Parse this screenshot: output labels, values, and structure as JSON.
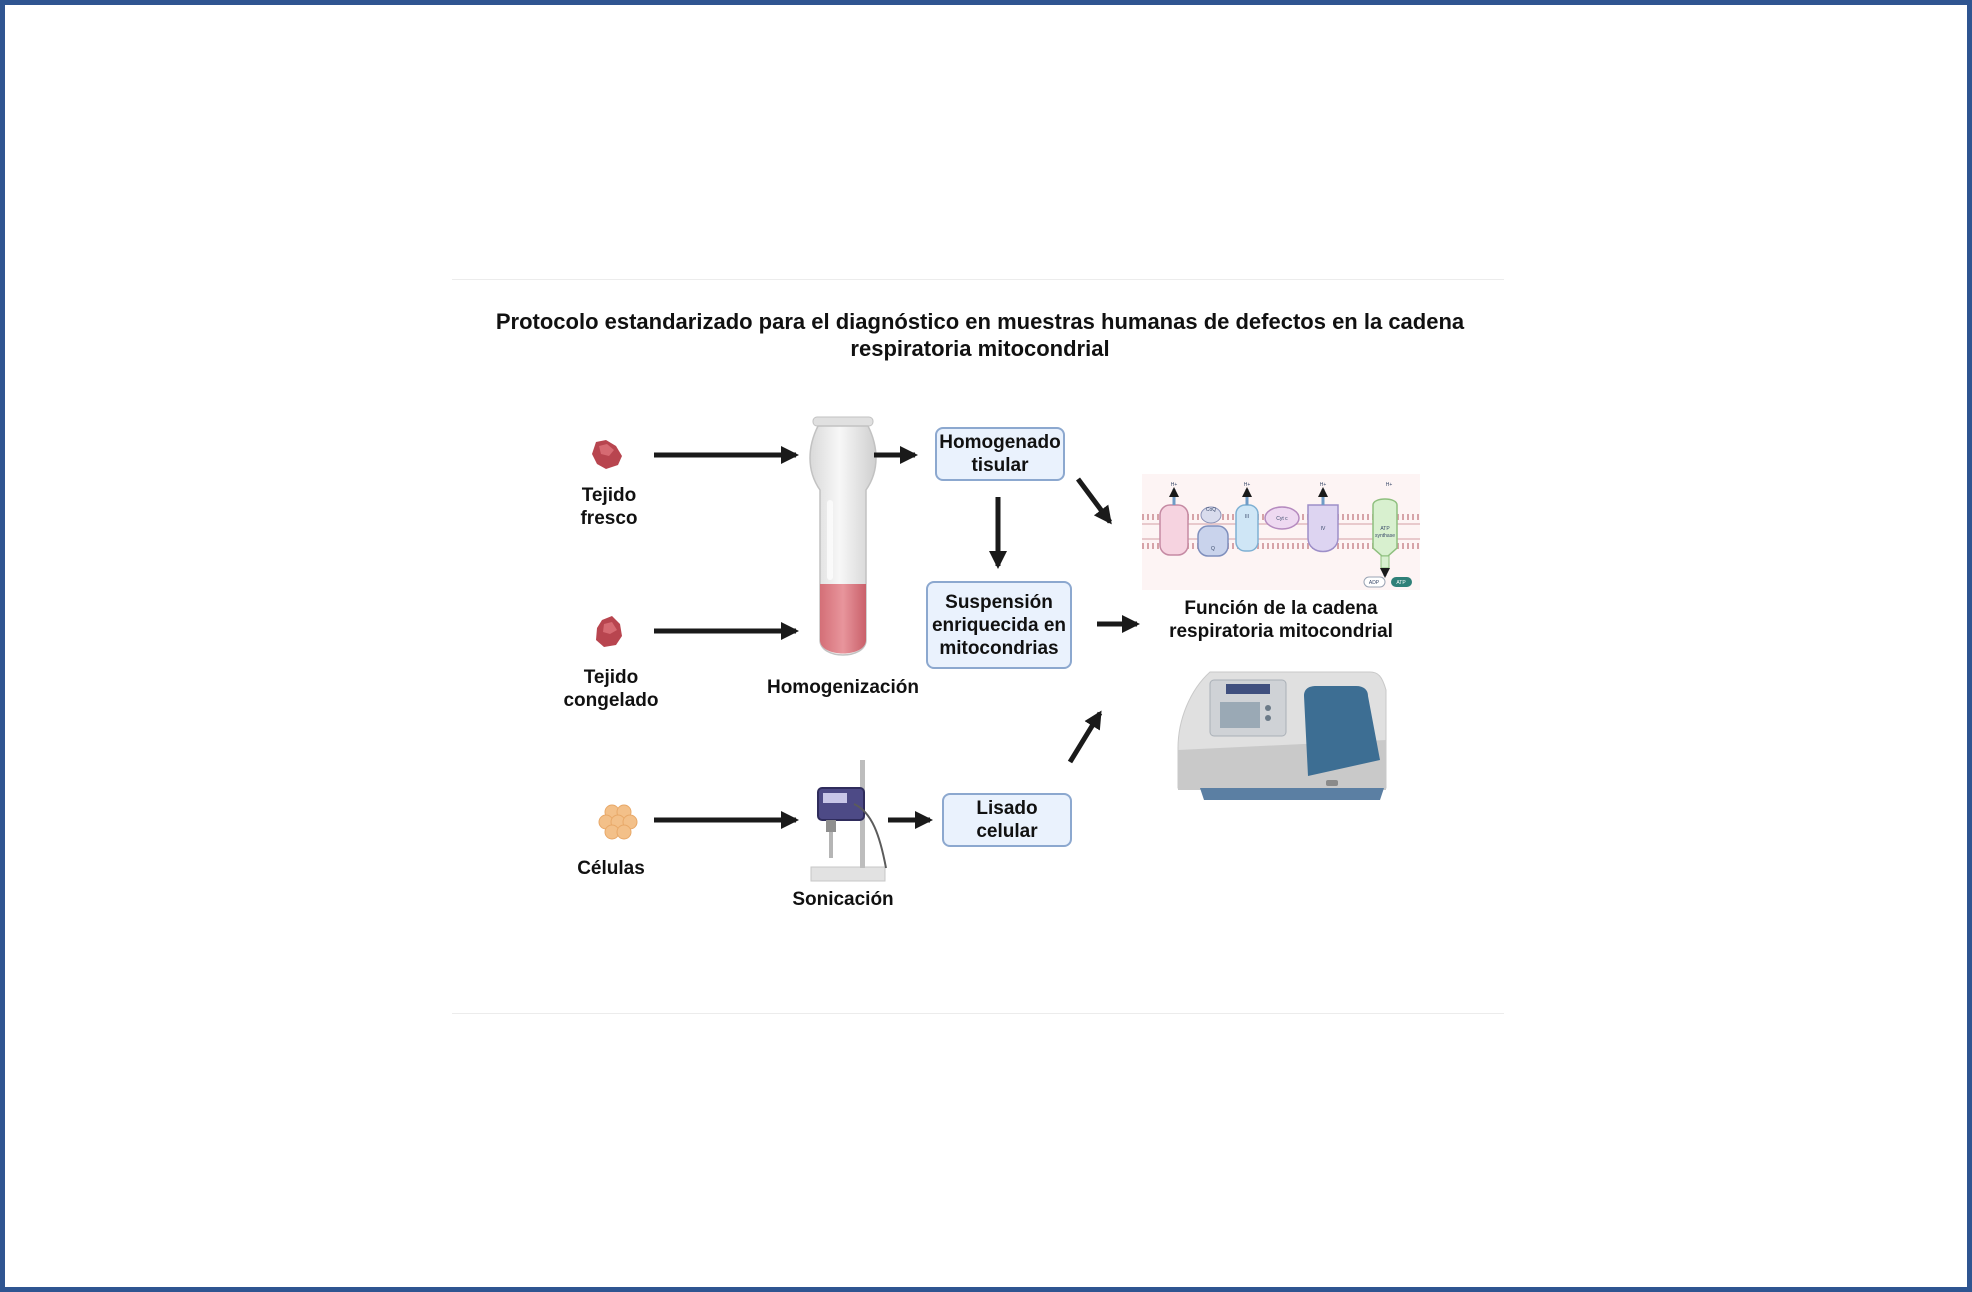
{
  "title": "Protocolo estandarizado para el diagnóstico en muestras humanas de defectos en la cadena respiratoria mitocondrial",
  "samples": {
    "fresh": [
      "Tejido",
      "fresco"
    ],
    "frozen": [
      "Tejido",
      "congelado"
    ],
    "cells": "Células"
  },
  "processes": {
    "homogenization": "Homogenización",
    "sonication": "Sonicación"
  },
  "products": {
    "tissue_homogenate": [
      "Homogenado",
      "tisular"
    ],
    "mito_suspension": [
      "Suspensión",
      "enriquecida en",
      "mitocondrias"
    ],
    "cell_lysate": [
      "Lisado",
      "celular"
    ]
  },
  "assay": [
    "Función de la cadena",
    "respiratoria mitocondrial"
  ],
  "membrane_labels": {
    "h1": "H+",
    "h2": "H+",
    "h3": "H+",
    "h4": "H+",
    "coq": "CoQ",
    "q": "Q",
    "iii": "III",
    "cytc": "Cyt c",
    "iv": "IV",
    "atp_synthase": [
      "ATP",
      "synthase"
    ],
    "adp": "ADP",
    "atp": "ATP"
  },
  "colors": {
    "frame": "#2f5591",
    "arrow": "#1a1a1a",
    "box_fill": "#eaf2fd",
    "box_border": "#8ca8cf",
    "tissue": "#b8454f",
    "cells": "#f3c089",
    "spectrophotometer_panel": "#3d6e93"
  }
}
